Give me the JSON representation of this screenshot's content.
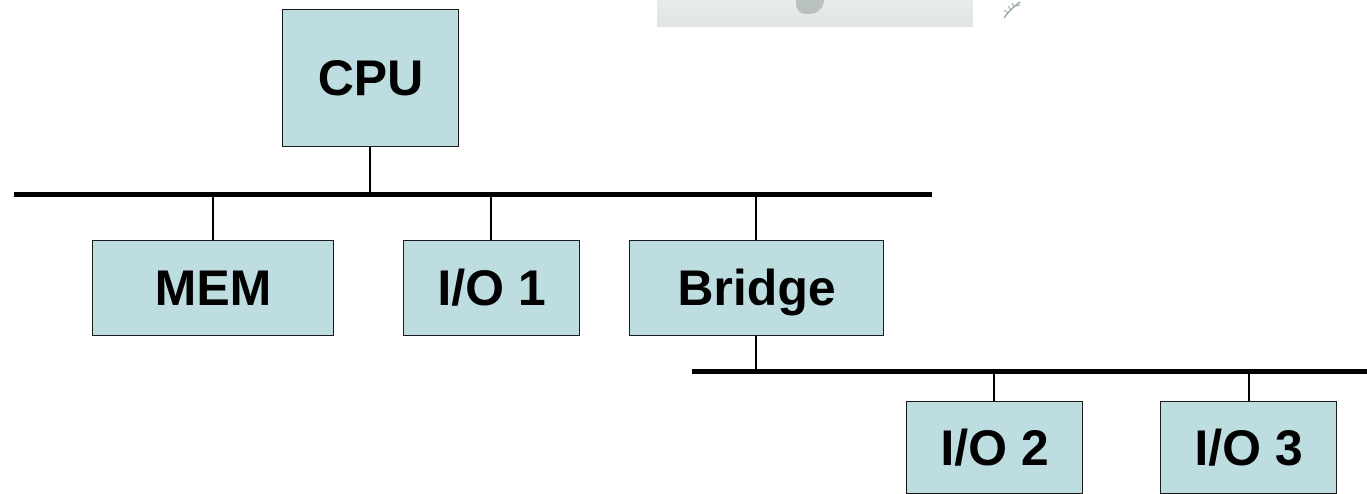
{
  "diagram": {
    "nodes": {
      "cpu": "CPU",
      "mem": "MEM",
      "io1": "I/O 1",
      "bridge": "Bridge",
      "io2": "I/O 2",
      "io3": "I/O 3"
    },
    "colors": {
      "box_fill": "#bddde1",
      "box_border": "#1a1a1a",
      "bus_line": "#000000"
    }
  }
}
